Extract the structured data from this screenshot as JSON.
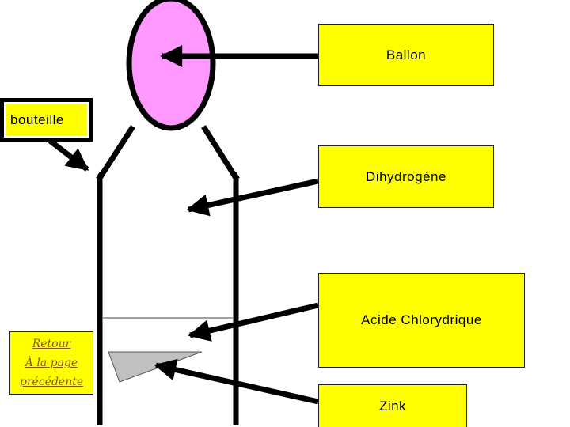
{
  "labels": {
    "ballon": "Ballon",
    "dihydrogene": "Dihydrogène",
    "acide": "Acide Chlorydrique",
    "zink": "Zink",
    "bouteille": "bouteille"
  },
  "nav": {
    "retour": "Retour",
    "page": "À la page",
    "precedente": "précédente"
  },
  "colors": {
    "label_background": "#ffff00",
    "balloon_fill": "#ff99ff",
    "zinc_fill": "#c0c0c0",
    "link_text": "#8a5a18",
    "outline": "#000000"
  }
}
